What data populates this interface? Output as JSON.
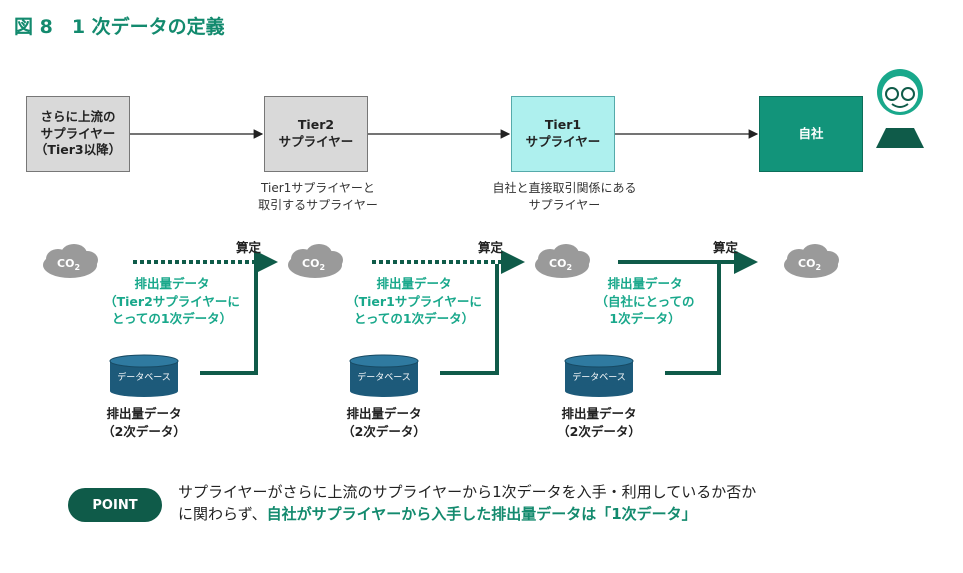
{
  "title": "図 8　1 次データの定義",
  "boxes": {
    "upstream": "さらに上流の\nサプライヤー\n（Tier3以降）",
    "tier2": "Tier2\nサプライヤー",
    "tier1": "Tier1\nサプライヤー",
    "self": "自社"
  },
  "descriptions": {
    "tier2": "Tier1サプライヤーと\n取引するサプライヤー",
    "tier1": "自社と直接取引関係にある\nサプライヤー"
  },
  "co2_label": "CO",
  "co2_sub": "2",
  "calc_label": "算定",
  "emissions": {
    "e1": "排出量データ\n（Tier2サプライヤーに\nとっての1次データ）",
    "e2": "排出量データ\n（Tier1サプライヤーに\nとっての1次データ）",
    "e3": "排出量データ\n（自社にとっての\n1次データ）"
  },
  "database_label": "データベース",
  "db_caption": "排出量データ\n（2次データ）",
  "point": {
    "badge": "POINT",
    "line1": "サプライヤーがさらに上流のサプライヤーから1次データを入手・利用しているか否か",
    "line2_prefix": "に関わらず、",
    "line2_strong": "自社がサプライヤーから入手した排出量データは「1次データ」"
  },
  "colors": {
    "accent": "#138a6e",
    "dark_green": "#0f5b49",
    "teal_text": "#19a88b",
    "tier1_fill": "#aef0ee",
    "self_fill": "#12947a",
    "gray_fill": "#d9d9d9",
    "db_fill": "#1d5a7a",
    "cloud_fill": "#9a9a9a"
  }
}
